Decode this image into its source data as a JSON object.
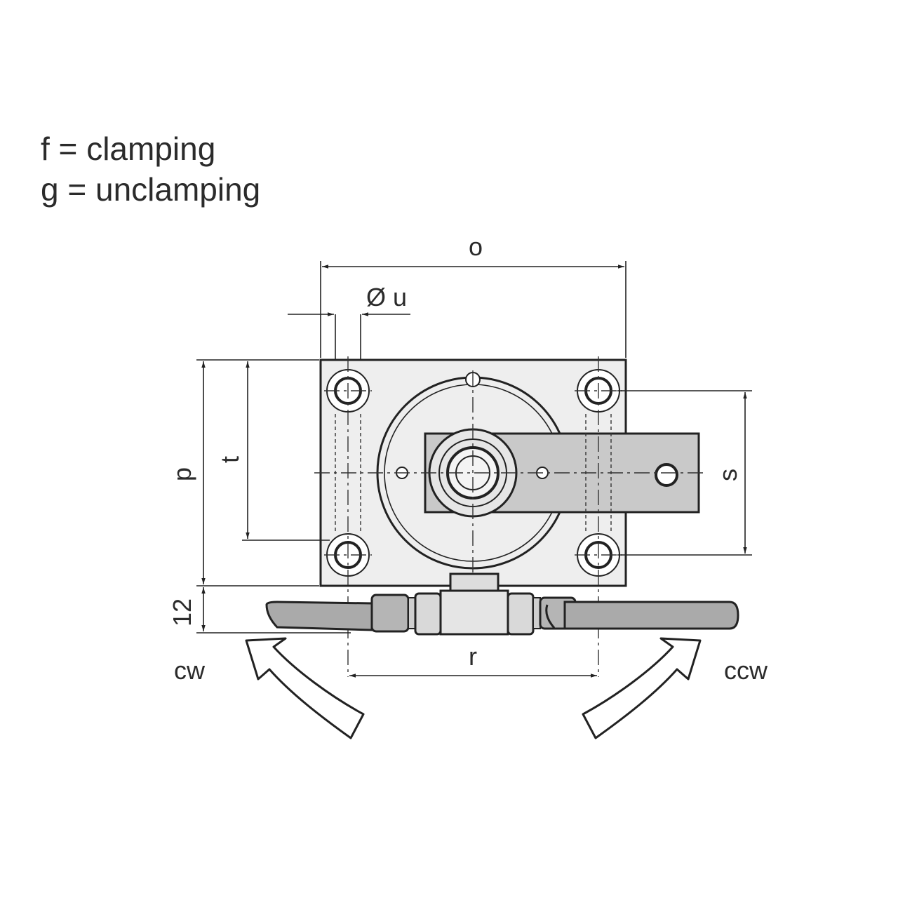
{
  "legend": {
    "line1": "f  = clamping",
    "line2": "g = unclamping"
  },
  "dimensions": {
    "o": "o",
    "u": "Ø u",
    "p": "p",
    "t": "t",
    "s": "s",
    "r": "r",
    "h12": "12"
  },
  "rotation": {
    "cw": "cw",
    "ccw": "ccw"
  }
}
